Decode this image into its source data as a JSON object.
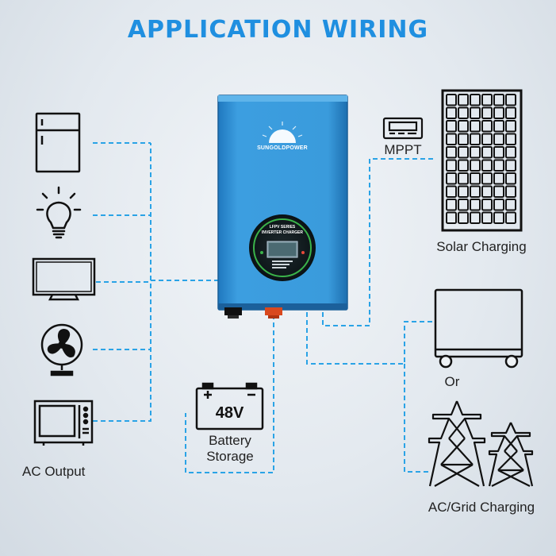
{
  "title": "APPLICATION WIRING",
  "inverter": {
    "brand": "SUNGOLDPOWER",
    "panel_line1": "LFPV SERIES",
    "panel_line2": "INVERTER CHARGER"
  },
  "battery": {
    "voltage": "48V",
    "label_line1": "Battery",
    "label_line2": "Storage"
  },
  "labels": {
    "ac_output": "AC Output",
    "mppt": "MPPT",
    "solar": "Solar Charging",
    "or": "Or",
    "grid": "AC/Grid Charging"
  },
  "icons": [
    "refrigerator-icon",
    "light-bulb-icon",
    "television-icon",
    "fan-icon",
    "microwave-icon",
    "inverter-icon",
    "battery-icon",
    "mppt-controller-icon",
    "solar-panel-icon",
    "generator-icon",
    "power-tower-icon"
  ],
  "colors": {
    "title": "#1f8fe0",
    "wire": "#2aa3e6",
    "inverter_body": "#2f8fd0"
  }
}
